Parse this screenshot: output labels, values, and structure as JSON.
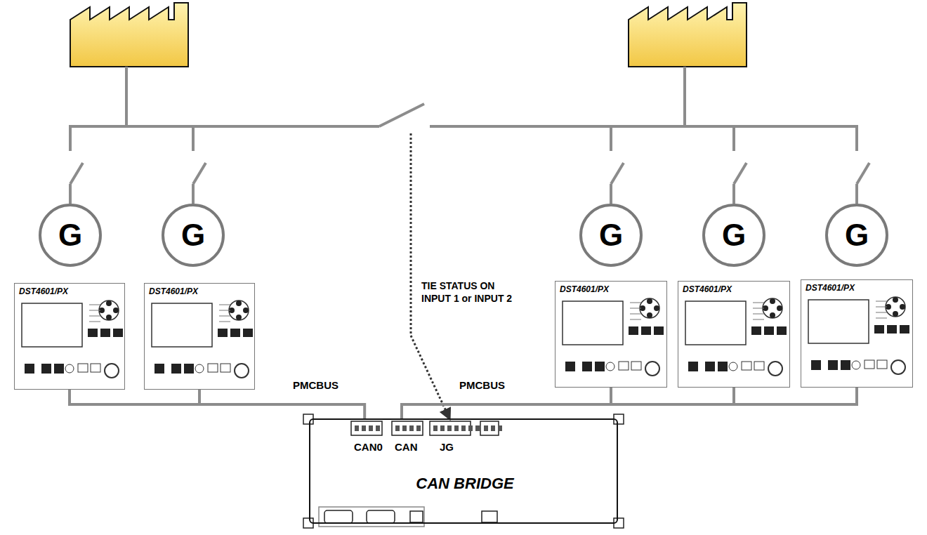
{
  "diagram": {
    "nodes": [
      {
        "text": [
          "G"
        ]
      },
      {
        "text": [
          "G"
        ]
      },
      {
        "text": [
          "G"
        ]
      },
      {
        "text": [
          "G"
        ]
      },
      {
        "text": [
          "G"
        ]
      },
      {
        "text": [
          "DST4601/PX"
        ]
      },
      {
        "text": [
          "DST4601/PX"
        ]
      },
      {
        "text": [
          "DST4601/PX"
        ]
      },
      {
        "text": [
          "DST4601/PX"
        ]
      },
      {
        "text": [
          "DST4601/PX"
        ]
      },
      {
        "text": [
          "CAN0",
          "CAN",
          "JG",
          "CAN BRIDGE"
        ]
      }
    ],
    "edges": [
      {
        "from": 5,
        "to": 6,
        "arrow": "none"
      },
      {
        "from": 6,
        "to": 10,
        "label": "PMCBUS",
        "arrow": "none"
      },
      {
        "from": 10,
        "to": 7,
        "label": "PMCBUS",
        "arrow": "none"
      },
      {
        "from": 7,
        "to": 8,
        "arrow": "none"
      },
      {
        "from": 8,
        "to": 9,
        "arrow": "none"
      }
    ],
    "labels": [
      "TIE STATUS ON INPUT 1 or INPUT 2"
    ]
  }
}
